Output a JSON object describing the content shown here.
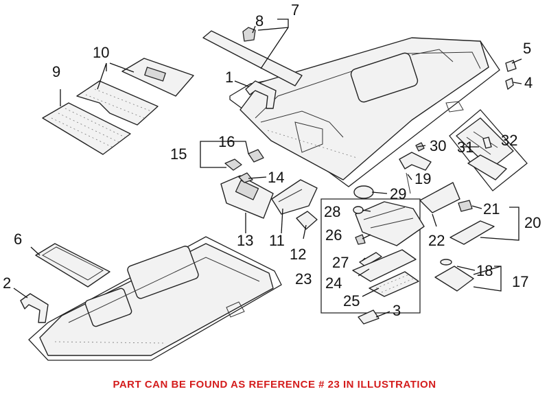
{
  "callouts": {
    "c1": "1",
    "c2": "2",
    "c3": "3",
    "c4": "4",
    "c5": "5",
    "c6": "6",
    "c7": "7",
    "c8": "8",
    "c9": "9",
    "c10": "10",
    "c11": "11",
    "c12": "12",
    "c13": "13",
    "c14": "14",
    "c15": "15",
    "c16": "16",
    "c17": "17",
    "c18": "18",
    "c19": "19",
    "c20": "20",
    "c21": "21",
    "c22": "22",
    "c23": "23",
    "c24": "24",
    "c25": "25",
    "c26": "26",
    "c27": "27",
    "c28": "28",
    "c29": "29",
    "c30": "30",
    "c31": "31",
    "c32": "32"
  },
  "footnote": "PART CAN BE FOUND AS REFERENCE # 23 IN ILLUSTRATION",
  "colors": {
    "footnote": "#d41c1c",
    "line": "#222222"
  }
}
